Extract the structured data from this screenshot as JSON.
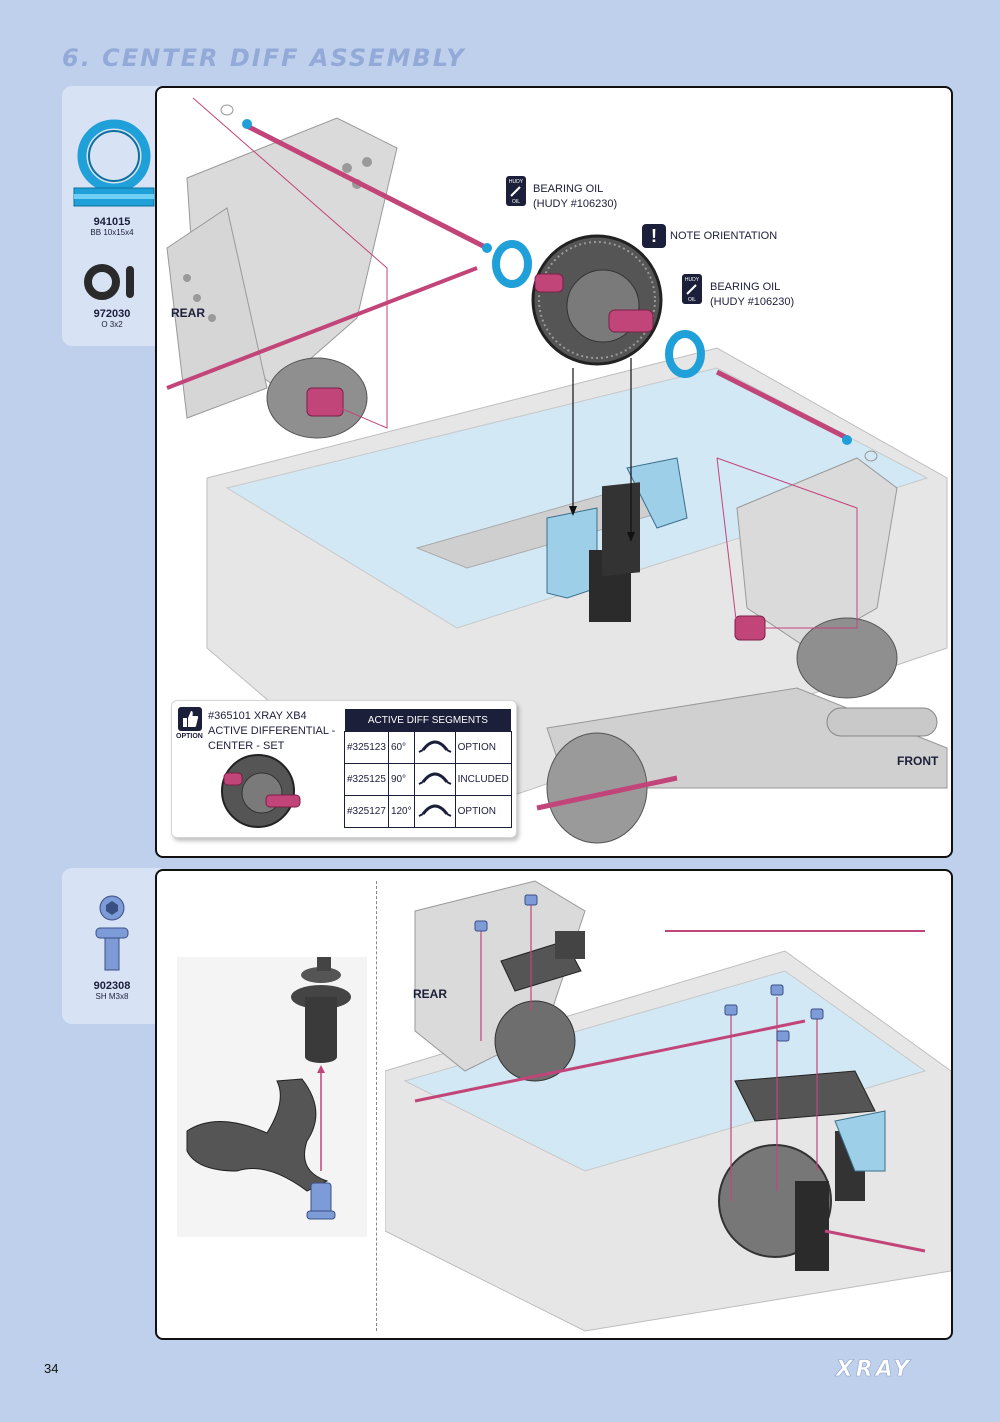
{
  "header": {
    "title": "6. CENTER DIFF ASSEMBLY"
  },
  "parts_step1": [
    {
      "code": "941015",
      "desc": "BB 10x15x4",
      "icon": "ball-bearing-icon"
    },
    {
      "code": "972030",
      "desc": "O 3x2",
      "icon": "o-ring-icon"
    }
  ],
  "parts_step2": [
    {
      "code": "902308",
      "desc": "SH M3x8",
      "icon": "screw-icon"
    }
  ],
  "step1": {
    "rear_label": "REAR",
    "front_label": "FRONT",
    "oil_left": {
      "icon_top": "HUDY",
      "icon_bottom": "OIL",
      "line1": "BEARING OIL",
      "line2": "(HUDY #106230)"
    },
    "oil_right": {
      "icon_top": "HUDY",
      "icon_bottom": "OIL",
      "line1": "BEARING OIL",
      "line2": "(HUDY #106230)"
    },
    "note": "NOTE ORIENTATION",
    "option": {
      "label": "OPTION",
      "title": "#365101 XRAY XB4 ACTIVE DIFFERENTIAL - CENTER - SET",
      "table_header": "ACTIVE DIFF SEGMENTS",
      "rows": [
        {
          "code": "#325123",
          "angle": "60°",
          "status": "OPTION"
        },
        {
          "code": "#325125",
          "angle": "90°",
          "status": "INCLUDED"
        },
        {
          "code": "#325127",
          "angle": "120°",
          "status": "OPTION"
        }
      ]
    }
  },
  "step2": {
    "rear_label": "REAR"
  },
  "footer": {
    "page": "34",
    "brand": "XRAY"
  },
  "colors": {
    "background": "#bfd0ec",
    "title": "#93aad8",
    "accent_pink": "#c2457a",
    "bearing_blue": "#1fa0d8",
    "dark": "#1b1f3a"
  }
}
